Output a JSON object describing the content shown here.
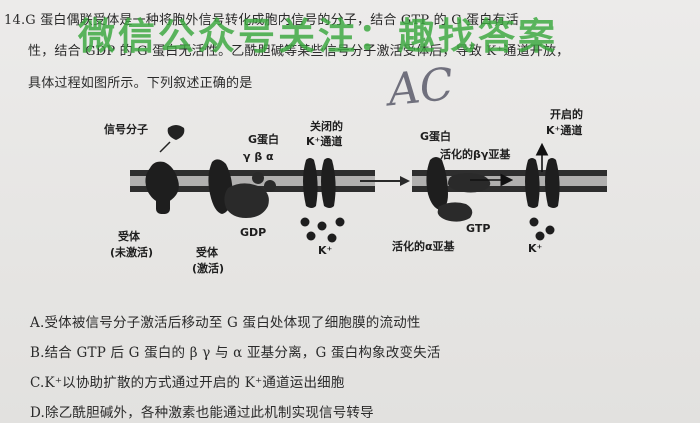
{
  "question": {
    "line1": "14.G 蛋白偶联受体是一种将胞外信号转化成胞内信号的分子，结合 GTP 的 G 蛋白有活",
    "line2": "性，结合 GDP 的 G 蛋白无活性。乙酰胆碱等某些信号分子激活受体后，导致 K⁺通道开放，",
    "line3": "具体过程如图所示。下列叙述正确的是"
  },
  "watermark": "微信公众号关注：趣找答案",
  "handwriting": "AC",
  "diagram": {
    "signal_molecule": "信号分子",
    "g_protein_left": "G蛋白",
    "subunits": "γ β α",
    "closed_channel_l1": "关闭的",
    "closed_channel_l2": "K⁺通道",
    "gdp": "GDP",
    "k_left": "K⁺",
    "receptor_inactive_l1": "受体",
    "receptor_inactive_l2": "(未激活)",
    "receptor_active_l1": "受体",
    "receptor_active_l2": "(激活)",
    "g_protein_right": "G蛋白",
    "activated_bg": "活化的βγ亚基",
    "open_channel_l1": "开启的",
    "open_channel_l2": "K⁺通道",
    "gtp": "GTP",
    "activated_a": "活化的α亚基",
    "k_right": "K⁺"
  },
  "options": {
    "A": "A.受体被信号分子激活后移动至 G 蛋白处体现了细胞膜的流动性",
    "B": "B.结合 GTP 后 G 蛋白的 β γ 与 α 亚基分离，G 蛋白构象改变失活",
    "C": "C.K⁺以协助扩散的方式通过开启的 K⁺通道运出细胞",
    "D": "D.除乙酰胆碱外，各种激素也能通过此机制实现信号转导"
  }
}
